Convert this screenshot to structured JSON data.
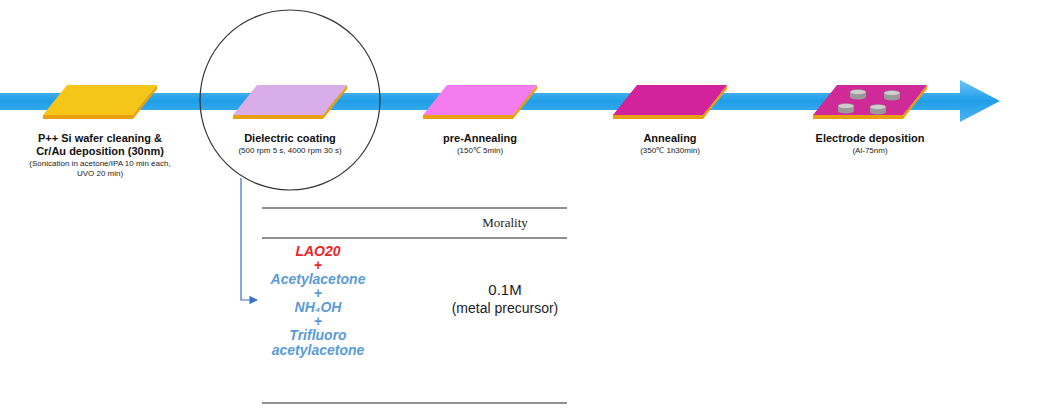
{
  "diagram": {
    "nodes": [
      {
        "text": [
          "P++ Si wafer cleaning & Cr/Au deposition (30nm)",
          "(Sonication in acetone/IPA 10 min each, UVO 20 min)"
        ]
      },
      {
        "text": [
          "Dielectric coating",
          "(500 rpm 5 s, 4000 rpm 30 s)"
        ]
      },
      {
        "text": [
          "pre-Annealing",
          "(150℃ 5min)"
        ]
      },
      {
        "text": [
          "Annealing",
          "(350℃ 1h30min)"
        ]
      },
      {
        "text": [
          "Electrode deposition",
          "(Al-75nm)"
        ]
      }
    ],
    "labels": [
      "Morality",
      "LAO20",
      "+",
      "Acetylacetone",
      "+",
      "NH₄OH",
      "+",
      "Trifluoro acetylacetone",
      "0.1M",
      "(metal precursor)"
    ]
  }
}
